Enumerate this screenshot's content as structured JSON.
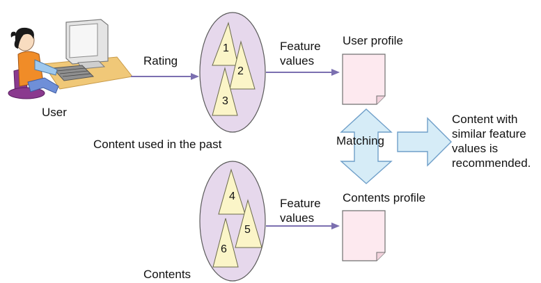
{
  "user": {
    "label": "User"
  },
  "past_content": {
    "caption": "Content used in the past",
    "items": [
      "1",
      "2",
      "3"
    ]
  },
  "contents": {
    "caption": "Contents",
    "items": [
      "4",
      "5",
      "6"
    ]
  },
  "arrows": {
    "rating": "Rating",
    "feature_values_top": [
      "Feature",
      "values"
    ],
    "feature_values_bottom": [
      "Feature",
      "values"
    ],
    "matching": "Matching"
  },
  "profiles": {
    "user_profile": "User profile",
    "contents_profile": "Contents profile"
  },
  "result": {
    "lines": [
      "Content with",
      "similar feature",
      "values is",
      "recommended."
    ]
  },
  "colors": {
    "ellipse_fill": "#e6d8ec",
    "triangle_fill": "#fbf5c8",
    "arrow_stroke": "#7b6fb0",
    "big_arrow_fill": "#d6ecf7",
    "big_arrow_stroke": "#6f9fc9",
    "profile_fill": "#fde9ef",
    "desk_fill": "#f0c878"
  },
  "icons": [
    "user-at-computer-icon",
    "document-icon"
  ]
}
